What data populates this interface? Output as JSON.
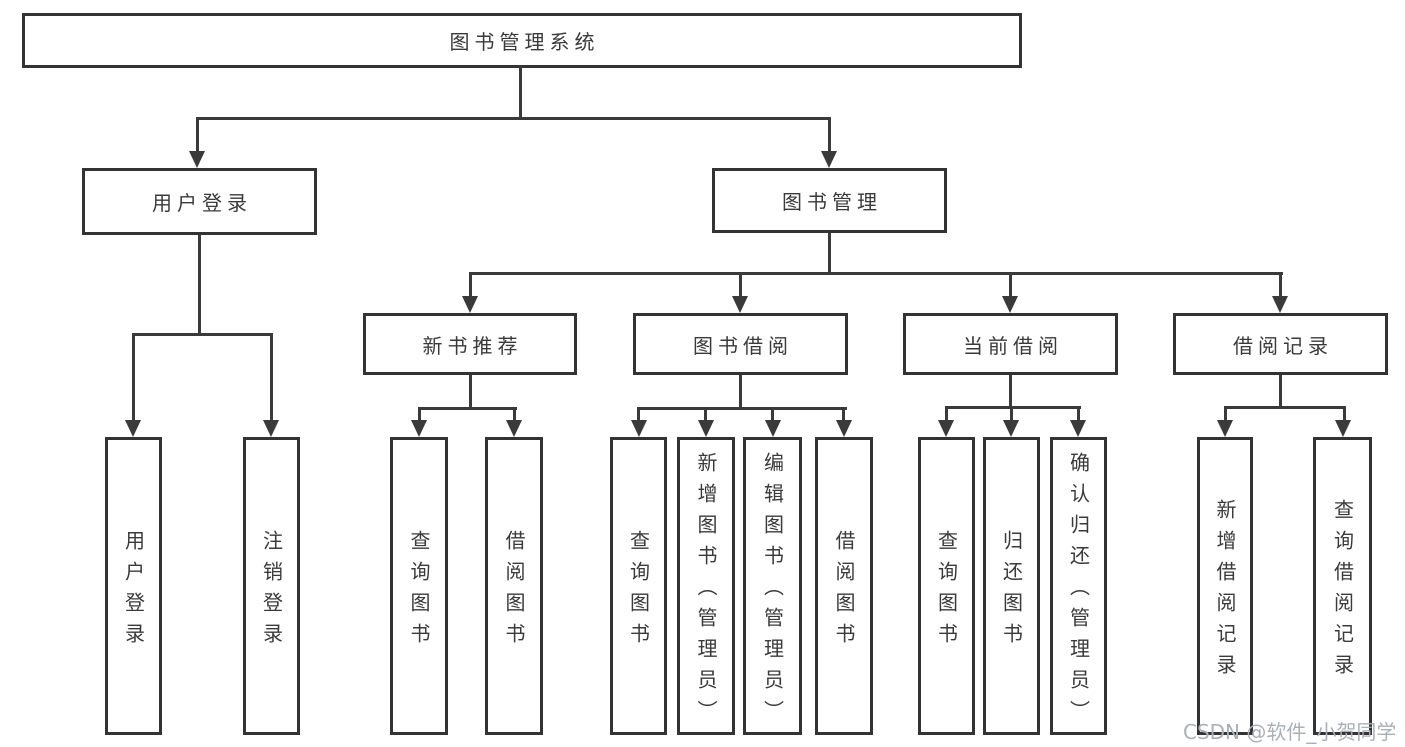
{
  "diagram": {
    "type": "hierarchy-tree",
    "root": {
      "id": "root",
      "label": "图书管理系统"
    },
    "level2": [
      {
        "id": "user-login",
        "label": "用户登录",
        "parent": "root"
      },
      {
        "id": "book-mgmt",
        "label": "图书管理",
        "parent": "root"
      }
    ],
    "level3": [
      {
        "id": "new-books",
        "label": "新书推荐",
        "parent": "book-mgmt"
      },
      {
        "id": "book-borrow",
        "label": "图书借阅",
        "parent": "book-mgmt"
      },
      {
        "id": "current-borrow",
        "label": "当前借阅",
        "parent": "book-mgmt"
      },
      {
        "id": "borrow-records",
        "label": "借阅记录",
        "parent": "book-mgmt"
      }
    ],
    "leaves": [
      {
        "id": "leaf-user-login",
        "label": "用户登录",
        "parent": "user-login"
      },
      {
        "id": "leaf-logout",
        "label": "注销登录",
        "parent": "user-login"
      },
      {
        "id": "leaf-query-books-1",
        "label": "查询图书",
        "parent": "new-books"
      },
      {
        "id": "leaf-borrow-books-1",
        "label": "借阅图书",
        "parent": "new-books"
      },
      {
        "id": "leaf-query-books-2",
        "label": "查询图书",
        "parent": "book-borrow"
      },
      {
        "id": "leaf-add-books",
        "label": "新增图书（管理员）",
        "parent": "book-borrow"
      },
      {
        "id": "leaf-edit-books",
        "label": "编辑图书（管理员）",
        "parent": "book-borrow"
      },
      {
        "id": "leaf-borrow-books-2",
        "label": "借阅图书",
        "parent": "book-borrow"
      },
      {
        "id": "leaf-query-books-3",
        "label": "查询图书",
        "parent": "current-borrow"
      },
      {
        "id": "leaf-return-books",
        "label": "归还图书",
        "parent": "current-borrow"
      },
      {
        "id": "leaf-confirm-return",
        "label": "确认归还（管理员）",
        "parent": "current-borrow"
      },
      {
        "id": "leaf-add-borrow-record",
        "label": "新增借阅记录",
        "parent": "borrow-records"
      },
      {
        "id": "leaf-query-borrow-record",
        "label": "查询借阅记录",
        "parent": "borrow-records"
      }
    ]
  },
  "watermark": {
    "text": "CSDN @软件_小贺同学"
  },
  "colors": {
    "line": "#3a3a3a",
    "box_border": "#333333",
    "text": "#3a3a3a",
    "background": "#ffffff",
    "watermark": "#a9b0b7"
  }
}
